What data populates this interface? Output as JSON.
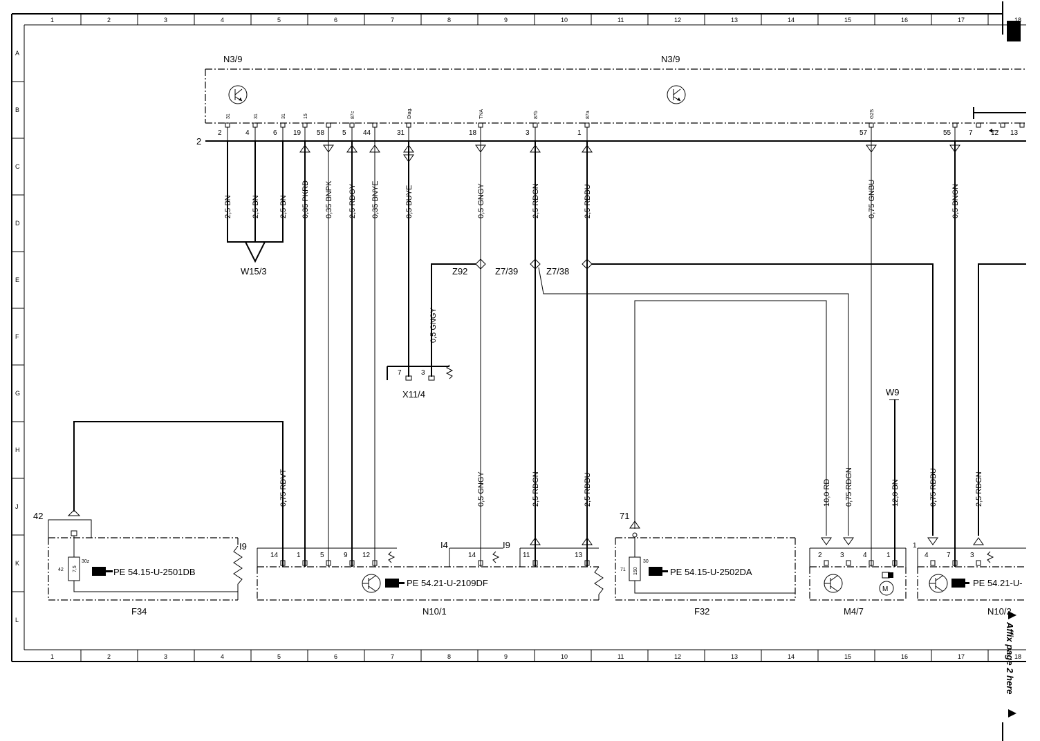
{
  "grid": {
    "columns": [
      "1",
      "2",
      "3",
      "4",
      "5",
      "6",
      "7",
      "8",
      "9",
      "10",
      "11",
      "12",
      "13",
      "14",
      "15",
      "16",
      "17",
      "18"
    ],
    "rows": [
      "A",
      "B",
      "C",
      "D",
      "E",
      "F",
      "G",
      "H",
      "J",
      "K",
      "L"
    ]
  },
  "header": {
    "page_marker": "2"
  },
  "control_unit": {
    "label_left": "N3/9",
    "label_center": "N3/9",
    "pins": [
      {
        "num": "2",
        "sig": "31",
        "wire": "2,5 BN",
        "arrow": "none"
      },
      {
        "num": "4",
        "sig": "31",
        "wire": "2,5 BN",
        "arrow": "none"
      },
      {
        "num": "6",
        "sig": "31",
        "wire": "2,5 BN",
        "arrow": "none"
      },
      {
        "num": "19",
        "sig": "15",
        "wire": "0,35 PKRD",
        "arrow": "in"
      },
      {
        "num": "58",
        "sig": "",
        "wire": "0,35 BNPK",
        "arrow": "out"
      },
      {
        "num": "5",
        "sig": "87c",
        "wire": "2,5 RDGY",
        "arrow": "in"
      },
      {
        "num": "44",
        "sig": "",
        "wire": "0,35 BNYE",
        "arrow": "in"
      },
      {
        "num": "31",
        "sig": "Diag.",
        "wire": "0,5 BUYE",
        "arrow": "both"
      },
      {
        "num": "18",
        "sig": "TNA",
        "wire": "0,5 GNGY",
        "arrow": "out"
      },
      {
        "num": "3",
        "sig": "87b",
        "wire": "2,5 RDGN",
        "arrow": "in"
      },
      {
        "num": "1",
        "sig": "87a",
        "wire": "2,5 RDBU",
        "arrow": "in"
      },
      {
        "num": "57",
        "sig": "G2S",
        "wire": "0,75 GNBU",
        "arrow": "out"
      },
      {
        "num": "55",
        "sig": "",
        "wire": "0,5 BNGN",
        "arrow": "out"
      },
      {
        "num": "7",
        "sig": "",
        "wire": "",
        "arrow": "none"
      },
      {
        "num": "12",
        "sig": "",
        "wire": "",
        "arrow": "none"
      },
      {
        "num": "13",
        "sig": "",
        "wire": "",
        "arrow": "none"
      }
    ]
  },
  "splices": {
    "w15_3": "W15/3",
    "z92": "Z92",
    "z7_39": "Z7/39",
    "z7_38": "Z7/38",
    "z92_wire": "0,5 GNGY"
  },
  "connector_x11_4": {
    "label": "X11/4",
    "pin_a": "7",
    "pin_b": "3"
  },
  "ground_w9": "W9",
  "lower_wires": {
    "f34_feed": "0,75 RDVT",
    "n101_14": "0,5 GNGY",
    "n101_11": "2,5 RDGN",
    "n101_13": "2,5 RDBU",
    "m47_2": "10,0 RD",
    "m47_3": "0,75 RDGN",
    "m47_1": "12,0 BN",
    "n102_4": "0,75 RDBU",
    "n102_3": "2,5 RDGN"
  },
  "components": {
    "f34": {
      "label": "F34",
      "ref": "PE 54.15-U-2501DB",
      "terminal": "42",
      "fuse_pin": "42",
      "fuse_value": "7,5",
      "fuse_term": "30z",
      "interrupt": "I9"
    },
    "n10_1": {
      "label": "N10/1",
      "ref": "PE 54.21-U-2109DF",
      "pins": [
        "14",
        "1",
        "5",
        "9",
        "12",
        "14",
        "11",
        "13"
      ],
      "interrupt_a": "I4",
      "interrupt_b": "I9"
    },
    "f32": {
      "label": "F32",
      "ref": "PE 54.15-U-2502DA",
      "terminal": "71",
      "fuse_pin": "71",
      "fuse_value": "150",
      "fuse_term": "30"
    },
    "m4_7": {
      "label": "M4/7",
      "pins": [
        "2",
        "3",
        "4",
        "1"
      ]
    },
    "n10_2": {
      "label": "N10/2",
      "ref": "PE 54.21-U-",
      "edge_num": "1",
      "pins": [
        "4",
        "7",
        "3"
      ]
    }
  },
  "affix_note": "Affix page 2 here"
}
